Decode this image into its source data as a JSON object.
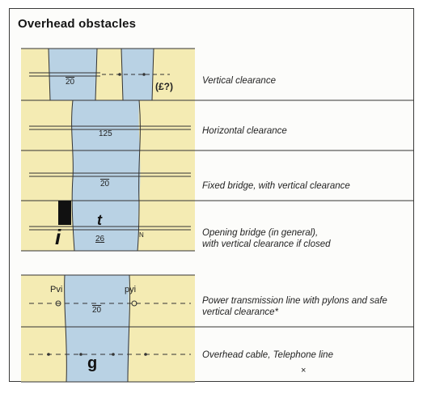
{
  "title": "Overhead obstacles",
  "rows": [
    {
      "label": "Vertical clearance",
      "marks": {
        "clearance": "20",
        "symbol": "(£?)"
      }
    },
    {
      "label": "Horizontal clearance",
      "marks": {
        "clearance": "125"
      }
    },
    {
      "label": "Fixed bridge, with vertical clearance",
      "marks": {
        "clearance": "20"
      }
    },
    {
      "label_line1": "Opening bridge (in general),",
      "label_line2": "with vertical clearance if closed",
      "marks": {
        "clearance": "26",
        "letter_t": "t",
        "letter_i": "i",
        "letter_n": "N"
      }
    },
    {
      "label_line1": "Power transmission line with pylons and safe",
      "label_line2": "vertical clearance*",
      "marks": {
        "pylon_left": "Pvi",
        "pylon_right": "pyi",
        "clearance": "20"
      }
    },
    {
      "label": "Overhead cable, Telephone line",
      "marks": {
        "letter_g": "g",
        "mark_x": "×"
      }
    }
  ],
  "colors": {
    "land": "#f4ebb3",
    "water": "#b9d2e4",
    "ink": "#2e2e2e"
  }
}
